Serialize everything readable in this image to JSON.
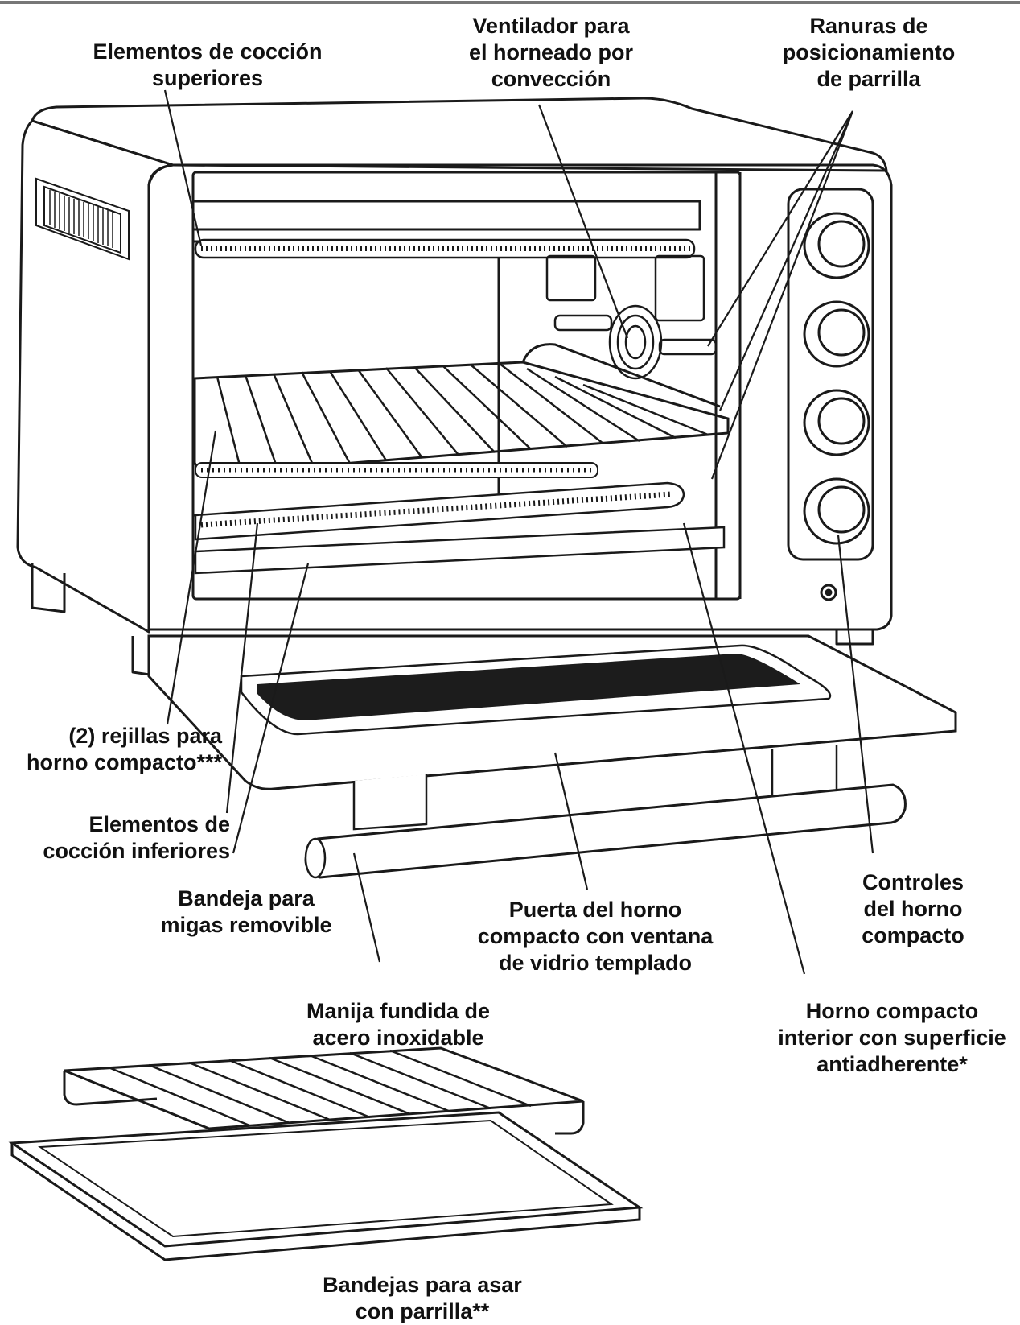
{
  "labels": {
    "elementos_superiores": [
      "Elementos de cocción",
      "superiores"
    ],
    "ventilador": [
      "Ventilador para",
      "el horneado por",
      "convección"
    ],
    "ranuras": [
      "Ranuras de",
      "posicionamiento",
      "de parrilla"
    ],
    "rejillas": [
      "(2) rejillas para",
      "horno compacto***"
    ],
    "elementos_inferiores": [
      "Elementos de",
      "cocción inferiores"
    ],
    "bandeja_migas": [
      "Bandeja para",
      "migas removible"
    ],
    "puerta": [
      "Puerta del horno",
      "compacto con ventana",
      "de vidrio templado"
    ],
    "controles": [
      "Controles",
      "del horno",
      "compacto"
    ],
    "manija": [
      "Manija fundida de",
      "acero inoxidable"
    ],
    "interior": [
      "Horno compacto",
      "interior con superficie",
      "antiadherente*"
    ],
    "bandejas_asar": [
      "Bandejas para asar",
      "con parrilla**"
    ]
  },
  "colors": {
    "ink": "#111111",
    "line": "#1a1a1a",
    "glass": "#1c1c1c",
    "paper": "#ffffff"
  }
}
